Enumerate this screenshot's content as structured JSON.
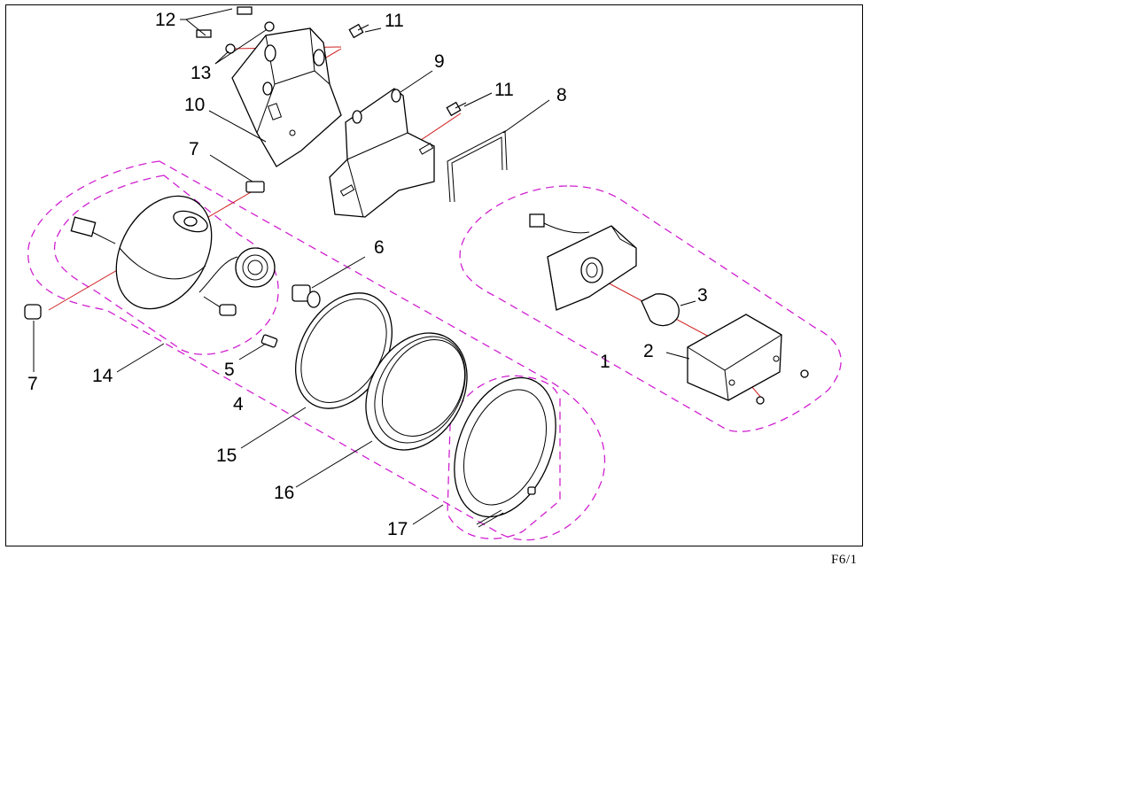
{
  "figure_code": "F6/1",
  "callouts": {
    "c1": "1",
    "c2": "2",
    "c3": "3",
    "c4": "4",
    "c5": "5",
    "c6": "6",
    "c7a": "7",
    "c7b": "7",
    "c8": "8",
    "c9": "9",
    "c10": "10",
    "c11a": "11",
    "c11b": "11",
    "c12": "12",
    "c13": "13",
    "c14": "14",
    "c15": "15",
    "c16": "16",
    "c17": "17"
  }
}
